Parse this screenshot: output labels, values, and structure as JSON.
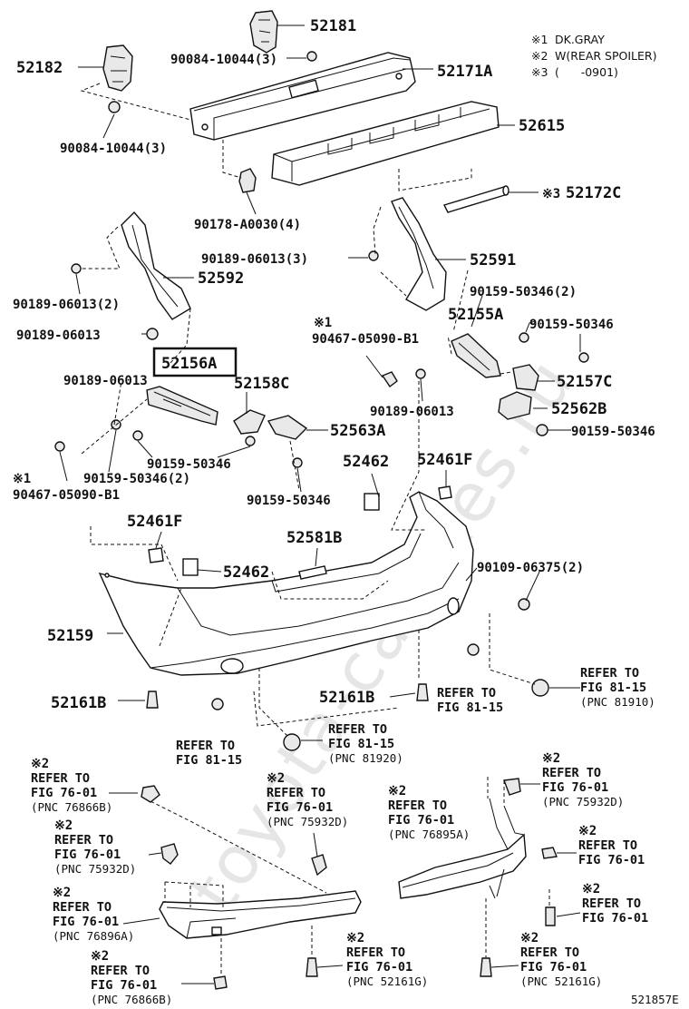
{
  "legend": [
    {
      "mark": "※1",
      "text": "DK.GRAY"
    },
    {
      "mark": "※2",
      "text": "W(REAR SPOILER)"
    },
    {
      "mark": "※3",
      "text": "(      -0901)"
    }
  ],
  "highlighted_part": "52156A",
  "watermark": "toyota-carlines.ru",
  "part_numbers": {
    "p52181": "52181",
    "p52182": "52182",
    "p52171A": "52171A",
    "p52615": "52615",
    "p52172C": "52172C",
    "p52591": "52591",
    "p52592": "52592",
    "p52155A": "52155A",
    "p52156A": "52156A",
    "p52158C": "52158C",
    "p52563A": "52563A",
    "p52157C": "52157C",
    "p52562B": "52562B",
    "p52462a": "52462",
    "p52461Fa": "52461F",
    "p52461Fb": "52461F",
    "p52581B": "52581B",
    "p52462b": "52462",
    "p52159": "52159",
    "p52161Ba": "52161B",
    "p52161Bb": "52161B",
    "p521857E": "521857E"
  },
  "fasteners": {
    "f1": "90084-10044(3)",
    "f2": "90084-10044(3)",
    "f3": "90178-A0030(4)",
    "f4": "90189-06013(3)",
    "f5": "90189-06013(2)",
    "f6": "90189-06013",
    "f7": "90189-06013",
    "f8": "90159-50346(2)",
    "f9": "90159-50346",
    "f10": "90467-05090-B1",
    "f11": "90189-06013",
    "f12": "90159-50346",
    "f13": "90159-50346",
    "f14": "90159-50346(2)",
    "f15": "90467-05090-B1",
    "f16": "90159-50346",
    "f17": "90109-06375(2)"
  },
  "marks": {
    "m3": "※3",
    "m1a": "※1",
    "m1b": "※1",
    "s1": "※2",
    "s2": "※2",
    "s3": "※2",
    "s4": "※2",
    "s5": "※2",
    "s6": "※2",
    "s7": "※2",
    "s8": "※2",
    "s9": "※2",
    "s10": "※2",
    "s11": "※2"
  },
  "refs": {
    "r1": {
      "l1": "REFER TO",
      "l2": "FIG 81-15",
      "l3": "(PNC 81910)"
    },
    "r2": {
      "l1": "REFER TO",
      "l2": "FIG 81-15"
    },
    "r3": {
      "l1": "REFER TO",
      "l2": "FIG 81-15"
    },
    "r4": {
      "l1": "REFER TO",
      "l2": "FIG 81-15",
      "l3": "(PNC 81920)"
    },
    "r5": {
      "l1": "REFER TO",
      "l2": "FIG 76-01",
      "l3": "(PNC 76866B)"
    },
    "r6": {
      "l1": "REFER TO",
      "l2": "FIG 76-01",
      "l3": "(PNC 75932D)"
    },
    "r7": {
      "l1": "REFER TO",
      "l2": "FIG 76-01",
      "l3": "(PNC 76895A)"
    },
    "r8": {
      "l1": "REFER TO",
      "l2": "FIG 76-01",
      "l3": "(PNC 75932D)"
    },
    "r9": {
      "l1": "REFER TO",
      "l2": "FIG 76-01",
      "l3": "(PNC 75932D)"
    },
    "r10": {
      "l1": "REFER TO",
      "l2": "FIG 76-01"
    },
    "r11": {
      "l1": "REFER TO",
      "l2": "FIG 76-01",
      "l3": "(PNC 76896A)"
    },
    "r12": {
      "l1": "REFER TO",
      "l2": "FIG 76-01"
    },
    "r13": {
      "l1": "REFER TO",
      "l2": "FIG 76-01",
      "l3": "(PNC 76866B)"
    },
    "r14": {
      "l1": "REFER TO",
      "l2": "FIG 76-01",
      "l3": "(PNC 52161G)"
    },
    "r15": {
      "l1": "REFER TO",
      "l2": "FIG 76-01",
      "l3": "(PNC 52161G)"
    }
  }
}
